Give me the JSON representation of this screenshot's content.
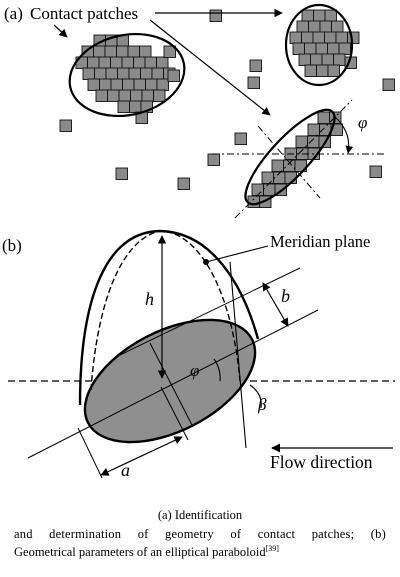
{
  "panel_a": {
    "label": "(a)",
    "contact_patches_label": "Contact patches",
    "phi_label": "φ",
    "colors": {
      "square_fill": "#8a8a8a",
      "square_stroke": "#111111"
    }
  },
  "panel_b": {
    "label": "(b)",
    "meridian_label": "Meridian plane",
    "h_label": "h",
    "b_label": "b",
    "a_label": "a",
    "phi_label": "φ",
    "beta_label": "β",
    "flow_label": "Flow direction",
    "colors": {
      "ellipse_fill": "#8f8f8f"
    }
  },
  "caption": {
    "line1": "(a) Identification",
    "line2": "and determination of geometry of contact patches; (b)",
    "line3": "Geometrical parameters of an elliptical paraboloid",
    "ref": "[39]"
  }
}
